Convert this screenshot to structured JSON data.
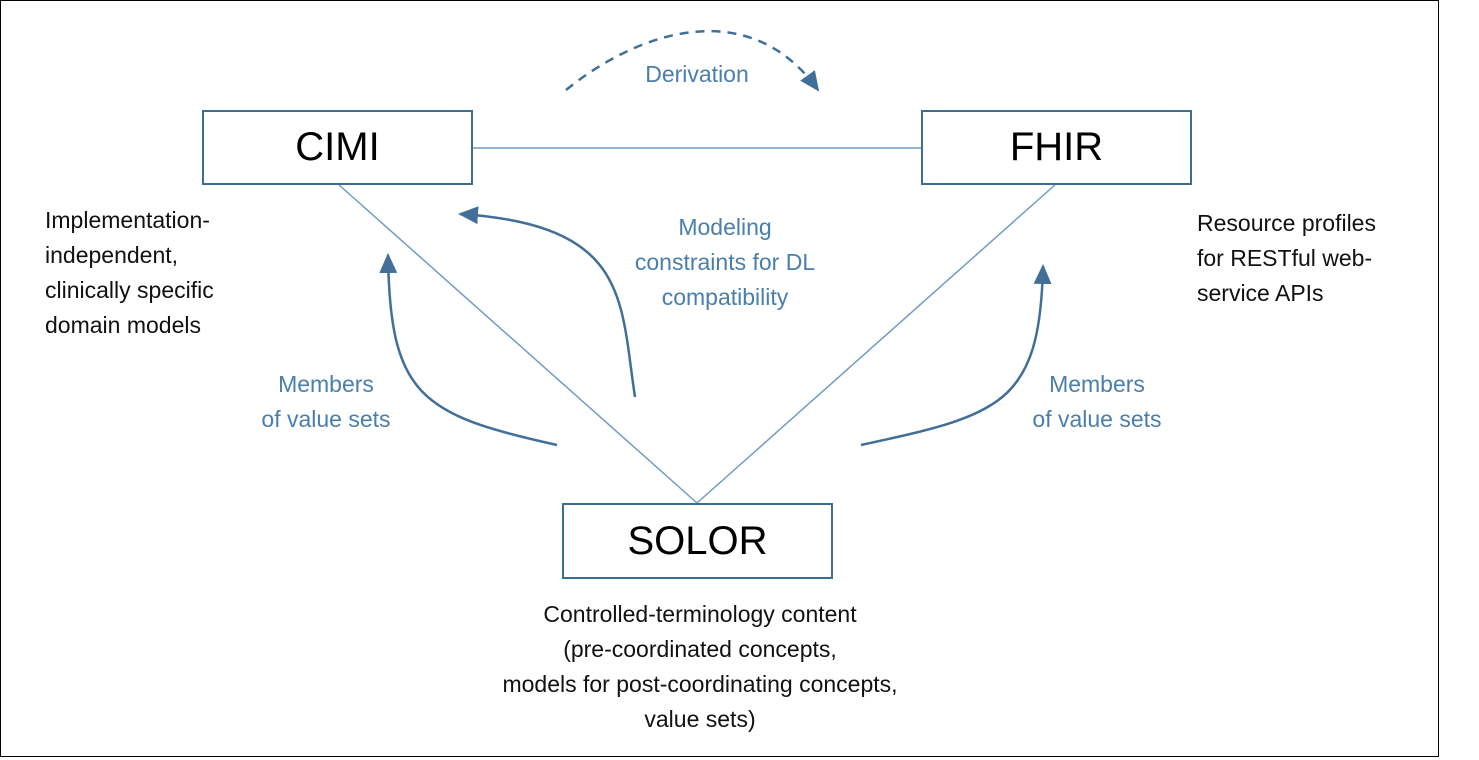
{
  "nodes": {
    "cimi": {
      "label": "CIMI",
      "description": [
        "Implementation-",
        "independent,",
        "clinically specific",
        "domain models"
      ]
    },
    "fhir": {
      "label": "FHIR",
      "description": [
        "Resource profiles",
        "for RESTful web-",
        "service APIs"
      ]
    },
    "solor": {
      "label": "SOLOR",
      "description": [
        "Controlled-terminology content",
        "(pre-coordinated concepts,",
        "models for post-coordinating concepts,",
        "value sets)"
      ]
    }
  },
  "edges": {
    "derivation": {
      "label": "Derivation"
    },
    "modeling": {
      "label": [
        "Modeling",
        "constraints for DL",
        "compatibility"
      ]
    },
    "members_cimi": {
      "label": [
        "Members",
        "of value sets"
      ]
    },
    "members_fhir": {
      "label": [
        "Members",
        "of value sets"
      ]
    }
  },
  "colors": {
    "box_border": "#3e6d92",
    "arrow": "#426f98",
    "label_text": "#4a7eab",
    "connector": "#6e9cc7"
  }
}
